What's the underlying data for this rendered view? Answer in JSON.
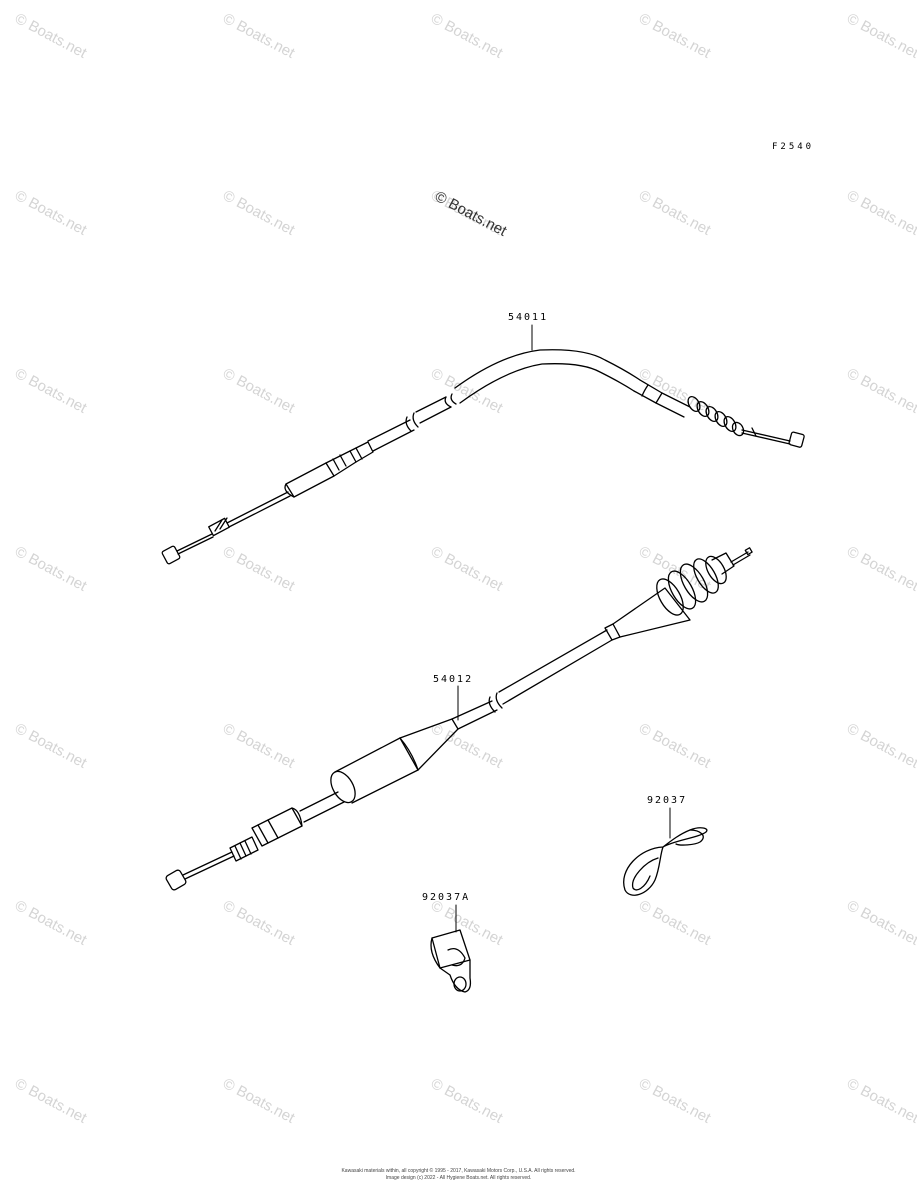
{
  "diagram_code": "F2540",
  "watermark_main": "© Boats.net",
  "watermark_repeat": "© Boats.net",
  "parts": [
    {
      "id": "p54011",
      "label": "54011"
    },
    {
      "id": "p54012",
      "label": "54012"
    },
    {
      "id": "p92037",
      "label": "92037"
    },
    {
      "id": "p92037A",
      "label": "92037A"
    }
  ],
  "footer": {
    "line1": "Kawasaki materials within, all copyright © 1995 - 2017, Kawasaki Motors Corp., U.S.A. All rights reserved.",
    "line2": "Image design (c) 2022 - All Hygiene Boats.net. All rights reserved."
  }
}
